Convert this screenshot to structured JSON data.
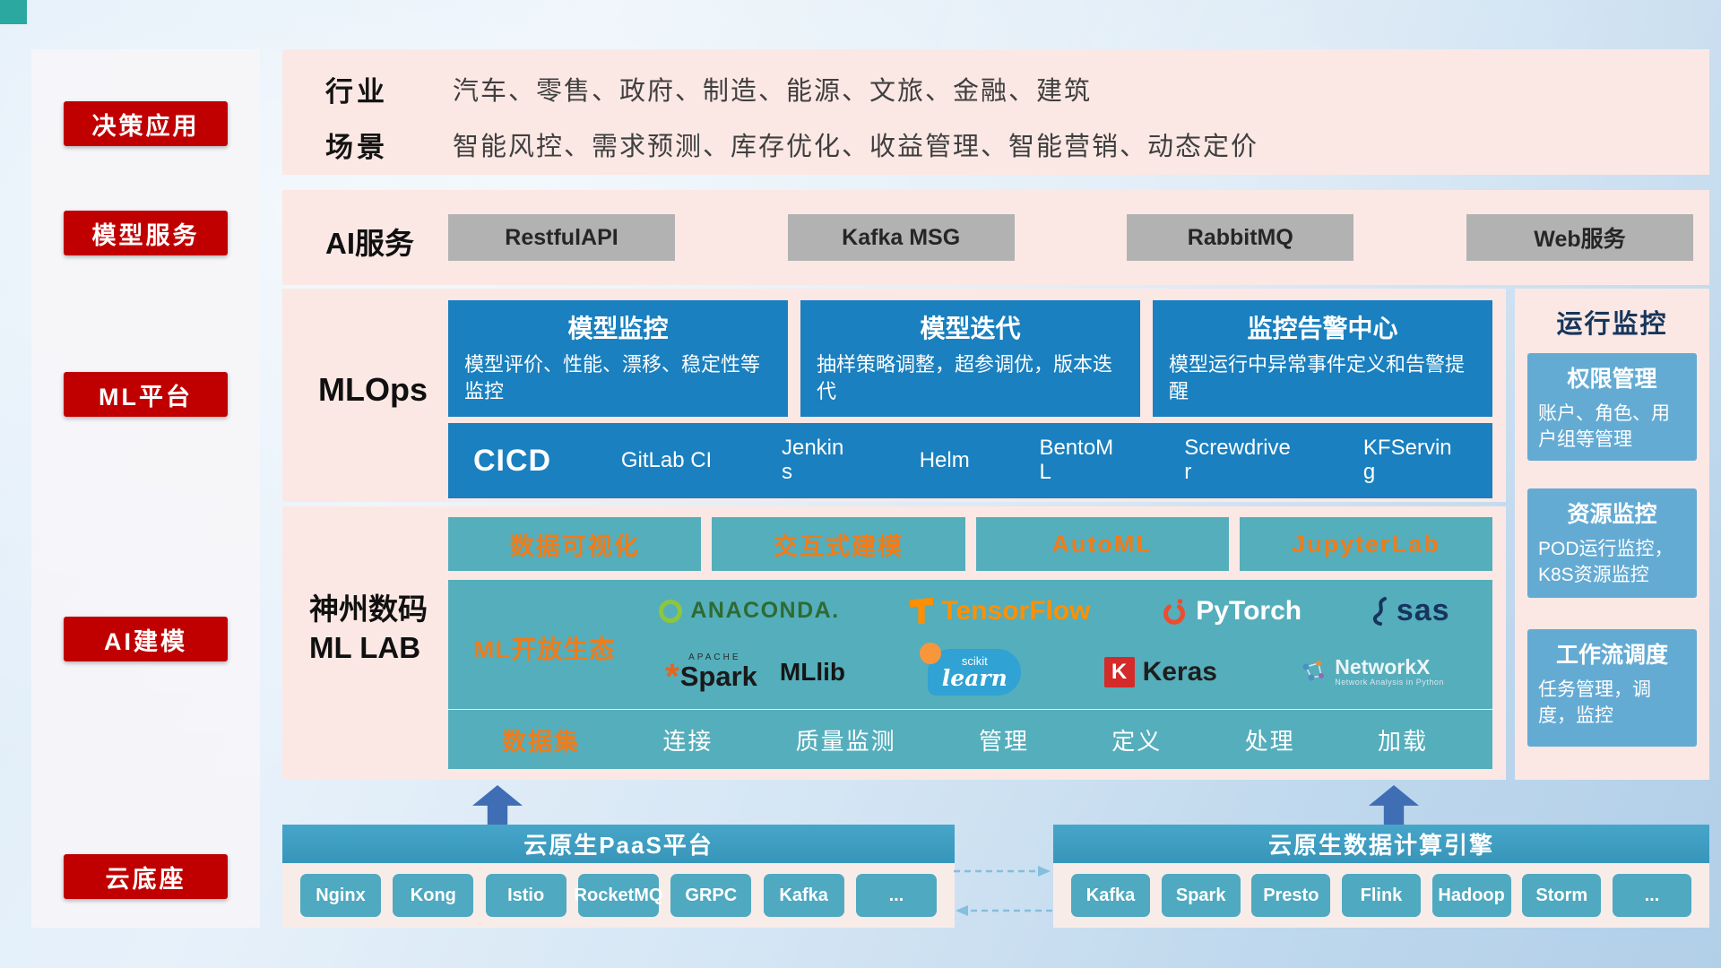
{
  "colors": {
    "red_accent": "#c00000",
    "panel_pink": "#fbe8e4",
    "gray_button": "#b2b2b2",
    "blue_card": "#1a80bf",
    "teal_block": "#55aebb",
    "orange_accent": "#ef7c1a",
    "light_blue_card": "#64abd4",
    "bar_header_teal": "#3e9dc1",
    "bar_button_teal": "#4fa9c0",
    "arrow_blue": "#3f6eb5",
    "navy_title": "#16365c"
  },
  "sidebar": {
    "items": [
      {
        "label": "决策应用"
      },
      {
        "label": "模型服务"
      },
      {
        "label": "ML平台"
      },
      {
        "label": "AI建模"
      },
      {
        "label": "云底座"
      }
    ]
  },
  "industry": {
    "row1_label": "行业",
    "row1_text": "汽车、零售、政府、制造、能源、文旅、金融、建筑",
    "row2_label": "场景",
    "row2_text": "智能风控、需求预测、库存优化、收益管理、智能营销、动态定价"
  },
  "ai_services": {
    "label": "AI服务",
    "items": [
      "RestfulAPI",
      "Kafka MSG",
      "RabbitMQ",
      "Web服务"
    ]
  },
  "mlops": {
    "label": "MLOps",
    "cards": [
      {
        "title": "模型监控",
        "desc": "模型评价、性能、漂移、稳定性等监控"
      },
      {
        "title": "模型迭代",
        "desc": "抽样策略调整，超参调优，版本迭代"
      },
      {
        "title": "监控告警中心",
        "desc": "模型运行中异常事件定义和告警提醒"
      }
    ],
    "cicd": {
      "label": "CICD",
      "tools": [
        "GitLab CI",
        "Jenkins",
        "Helm",
        "BentoML",
        "Screwdriver",
        "KFServing"
      ]
    }
  },
  "monitoring": {
    "title": "运行监控",
    "cards": [
      {
        "title": "权限管理",
        "desc": "账户、角色、用户组等管理"
      },
      {
        "title": "资源监控",
        "desc": "POD运行监控，K8S资源监控"
      },
      {
        "title": "工作流调度",
        "desc": "任务管理，调度，监控"
      }
    ]
  },
  "mllab": {
    "label": "神州数码\nML LAB",
    "workbench": [
      "数据可视化",
      "交互式建模",
      "AutoML",
      "JupyterLab"
    ],
    "ecosystem_label": "ML开放生态",
    "logos": {
      "anaconda": "ANACONDA.",
      "tensorflow": "TensorFlow",
      "pytorch": "PyTorch",
      "sas": "sas",
      "apache": "APACHE",
      "spark": "Spark",
      "mllib": "MLlib",
      "scikit_top": "scikit",
      "scikit_script": "learn",
      "keras_k": "K",
      "keras": "Keras",
      "networkx": "NetworkX",
      "networkx_tagline": "Network Analysis in Python"
    },
    "dataset": {
      "label": "数据集",
      "items": [
        "连接",
        "质量监测",
        "管理",
        "定义",
        "处理",
        "加载"
      ]
    }
  },
  "cloud": {
    "paas": {
      "title": "云原生PaaS平台",
      "items": [
        "Nginx",
        "Kong",
        "Istio",
        "RocketMQ",
        "GRPC",
        "Kafka",
        "..."
      ]
    },
    "engine": {
      "title": "云原生数据计算引擎",
      "items": [
        "Kafka",
        "Spark",
        "Presto",
        "Flink",
        "Hadoop",
        "Storm",
        "..."
      ]
    }
  }
}
